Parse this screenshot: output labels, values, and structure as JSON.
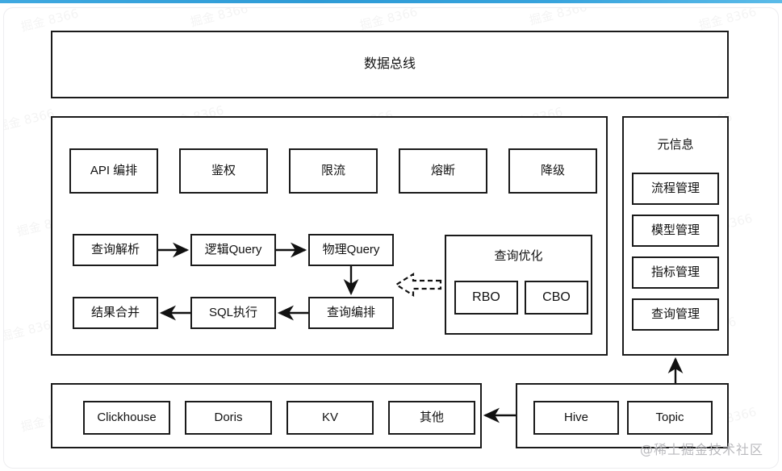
{
  "watermark_tile": "掘金 8366",
  "credit": "@稀土掘金技术社区",
  "bus": {
    "label": "数据总线"
  },
  "gateway": {
    "capabilities": [
      {
        "label": "API 编排"
      },
      {
        "label": "鉴权"
      },
      {
        "label": "限流"
      },
      {
        "label": "熔断"
      },
      {
        "label": "降级"
      }
    ],
    "pipeline_top": [
      {
        "label": "查询解析"
      },
      {
        "label": "逻辑Query"
      },
      {
        "label": "物理Query"
      }
    ],
    "pipeline_bottom": [
      {
        "label": "结果合并"
      },
      {
        "label": "SQL执行"
      },
      {
        "label": "查询编排"
      }
    ],
    "optimizer": {
      "title": "查询优化",
      "items": [
        {
          "label": "RBO"
        },
        {
          "label": "CBO"
        }
      ]
    }
  },
  "meta": {
    "title": "元信息",
    "items": [
      {
        "label": "流程管理"
      },
      {
        "label": "模型管理"
      },
      {
        "label": "指标管理"
      },
      {
        "label": "查询管理"
      }
    ]
  },
  "storage": {
    "engines": [
      {
        "label": "Clickhouse"
      },
      {
        "label": "Doris"
      },
      {
        "label": "KV"
      },
      {
        "label": "其他"
      }
    ]
  },
  "sources": {
    "items": [
      {
        "label": "Hive"
      },
      {
        "label": "Topic"
      }
    ]
  },
  "colors": {
    "stroke": "#1a1a1a",
    "background": "#ffffff",
    "accent": "#3fa9e0",
    "credit": "#b9b9bd"
  }
}
